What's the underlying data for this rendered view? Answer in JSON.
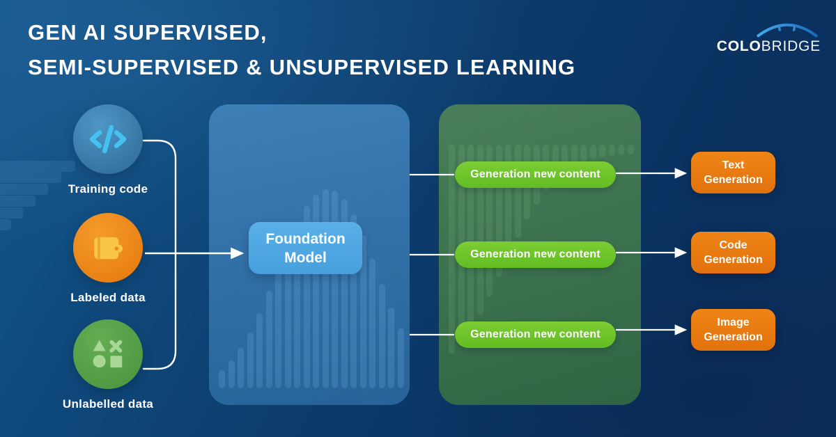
{
  "header": {
    "title_line1": "GEN AI SUPERVISED,",
    "title_line2": "SEMI-SUPERVISED & UNSUPERVISED LEARNING"
  },
  "logo": {
    "icon": "bridge-icon",
    "part1": "COLO",
    "part2": "BRIDGE"
  },
  "inputs": [
    {
      "label": "Training code",
      "icon": "code-icon",
      "circle_color": "#3a7db2",
      "icon_color": "#45c1f0"
    },
    {
      "label": "Labeled data",
      "icon": "wallet-icon",
      "circle_color": "#ee8a19",
      "icon_color": "#f9c64a"
    },
    {
      "label": "Unlabelled data",
      "icon": "shapes-icon",
      "circle_color": "#55a34c",
      "icon_color": "#a9d795"
    }
  ],
  "model": {
    "label_line1": "Foundation",
    "label_line2": "Model",
    "color": "#52aae3"
  },
  "pills": [
    {
      "label": "Generation new content"
    },
    {
      "label": "Generation new content"
    },
    {
      "label": "Generation new content"
    }
  ],
  "outputs": [
    {
      "line1": "Text",
      "line2": "Generation"
    },
    {
      "line1": "Code",
      "line2": "Generation"
    },
    {
      "line1": "Image",
      "line2": "Generation"
    }
  ],
  "colors": {
    "background_top": "#17598f",
    "background_bottom": "#0b2f5b",
    "panel_blue": "#3a7cb3",
    "panel_green": "#41764f",
    "model_box": "#52aae3",
    "pill_green": "#6cc42c",
    "output_orange": "#e87c12",
    "connector_white": "#ffffff",
    "logo_blue": "#2f9ae0"
  }
}
